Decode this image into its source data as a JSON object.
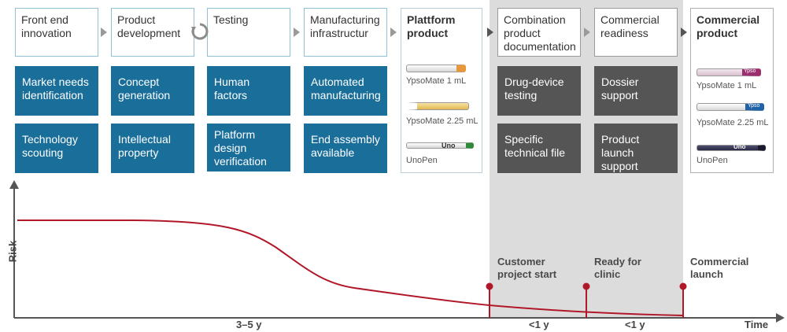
{
  "stages": [
    {
      "label": "Front end innovation"
    },
    {
      "label": "Product development"
    },
    {
      "label": "Testing"
    },
    {
      "label": "Manufacturing infrastructur"
    },
    {
      "label": "Plattform product"
    },
    {
      "label": "Combination product documentation"
    },
    {
      "label": "Commercial readiness"
    },
    {
      "label": "Commercial product"
    }
  ],
  "cards": {
    "market_needs": "Market needs identification",
    "tech_scouting": "Technology scouting",
    "concept": "Concept generation",
    "ip": "Intellectual property",
    "human_factors": "Human factors",
    "platform_verification": "Platform design verification",
    "automated_mfg": "Automated manufacturing",
    "end_assembly": "End assembly available",
    "drug_device": "Drug-device testing",
    "tech_file": "Specific technical file",
    "dossier": "Dossier support",
    "launch_support": "Product launch support"
  },
  "products": {
    "platform": [
      "YpsoMate 1 mL",
      "YpsoMate 2.25 mL",
      "UnoPen"
    ],
    "commercial": [
      "YpsoMate 1 mL",
      "YpsoMate 2.25 mL",
      "UnoPen"
    ],
    "device_text": {
      "ypso": "Ypso",
      "uno": "Uno"
    }
  },
  "timeline": {
    "y_axis_label": "Risk",
    "x_axis_label": "Time",
    "milestones": [
      {
        "label": "Customer project start"
      },
      {
        "label": "Ready for clinic"
      },
      {
        "label": "Commercial launch"
      }
    ],
    "durations": [
      "3–5 y",
      "<1 y",
      "<1 y"
    ]
  },
  "colors": {
    "blue": "#1a6e9a",
    "dark": "#555555",
    "curve": "#b0182a",
    "shade": "#dcdcdc"
  },
  "icons": {
    "stage_arrow": "triangle-right",
    "iteration": "circular-arrow"
  }
}
